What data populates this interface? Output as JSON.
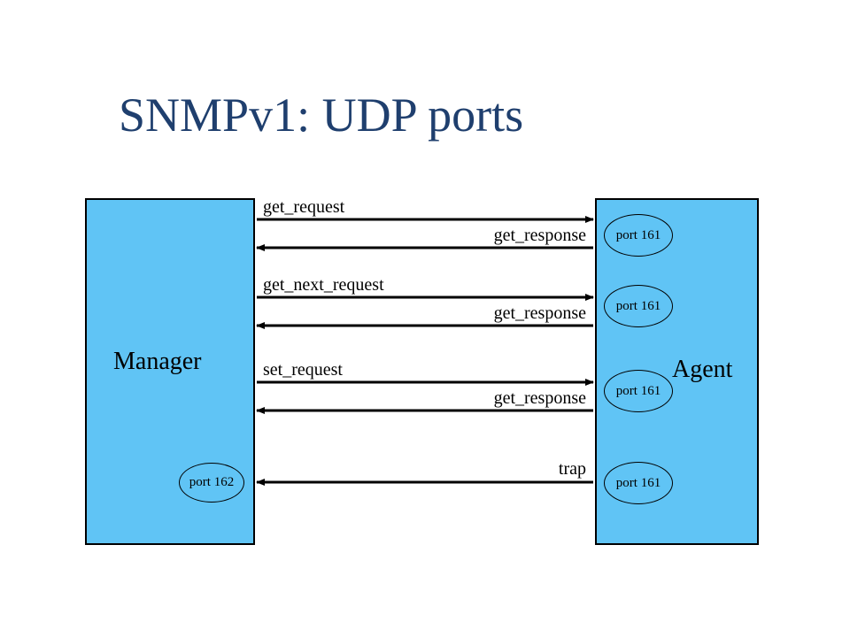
{
  "slide": {
    "title": "SNMPv1: UDP ports",
    "colors": {
      "title": "#1f3f6e",
      "box_fill": "#60c4f5",
      "stroke": "#000000"
    }
  },
  "manager": {
    "label": "Manager",
    "port": "port 162"
  },
  "agent": {
    "label": "Agent",
    "ports": [
      "port 161",
      "port 161",
      "port 161",
      "port 161"
    ]
  },
  "messages": [
    {
      "label": "get_request",
      "direction": "manager-to-agent"
    },
    {
      "label": "get_response",
      "direction": "agent-to-manager"
    },
    {
      "label": "get_next_request",
      "direction": "manager-to-agent"
    },
    {
      "label": "get_response",
      "direction": "agent-to-manager"
    },
    {
      "label": "set_request",
      "direction": "manager-to-agent"
    },
    {
      "label": "get_response",
      "direction": "agent-to-manager"
    },
    {
      "label": "trap",
      "direction": "agent-to-manager"
    }
  ]
}
